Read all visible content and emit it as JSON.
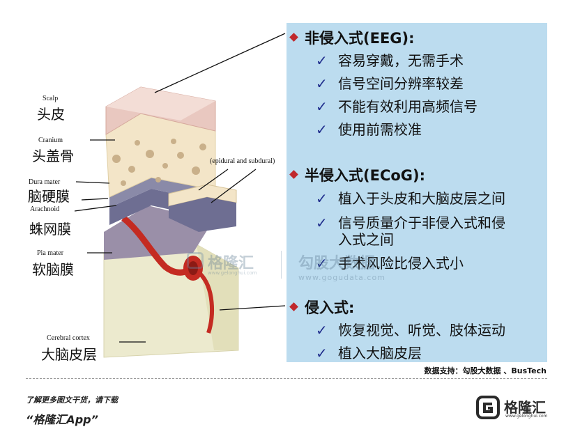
{
  "diagram": {
    "labels": [
      {
        "en": "Scalp",
        "zh": "头皮"
      },
      {
        "en": "Cranium",
        "zh": "头盖骨"
      },
      {
        "en": "Dura mater",
        "zh": "脑硬膜"
      },
      {
        "en": "Arachnoid",
        "zh": "蛛网膜"
      },
      {
        "en": "Pia mater",
        "zh": "软脑膜"
      },
      {
        "en": "Cerebral cortex",
        "zh": "大脑皮层"
      }
    ],
    "epidural_label": "(epidural and subdural)"
  },
  "sections": [
    {
      "title": "非侵入式(EEG):",
      "bullets": [
        "容易穿戴，无需手术",
        "信号空间分辨率较差",
        "不能有效利用高频信号",
        "使用前需校准"
      ]
    },
    {
      "title": "半侵入式(ECoG):",
      "bullets": [
        "植入于头皮和大脑皮层之间",
        "信号质量介于非侵入式和侵",
        "入式之间",
        "手术风险比侵入式小"
      ]
    },
    {
      "title": "侵入式:",
      "bullets": [
        "恢复视觉、听觉、肢体运动",
        "植入大脑皮层"
      ]
    }
  ],
  "check_glyph": "✓",
  "credit": "数据支持：勾股大数据 、BusTech",
  "footer": {
    "line1": "了解更多图文干货，请下载",
    "line2": "“格隆汇App”",
    "logo_text": "格隆汇",
    "logo_url": "www.gelonghui.com"
  },
  "watermark": {
    "brand1": "格隆汇",
    "brand1_url": "www.gelonghui.com",
    "brand2": "勾股大数据",
    "brand2_url": "www.gogudata.com"
  },
  "colors": {
    "panel_bg": "#bcdcef",
    "diamond": "#c0282c",
    "check": "#1f2d8c",
    "scalp": "#e9c8c0",
    "bone": "#f3e5c8",
    "membrane": "#8a8aa8",
    "cortex": "#eceace",
    "vessel": "#c42b22"
  }
}
